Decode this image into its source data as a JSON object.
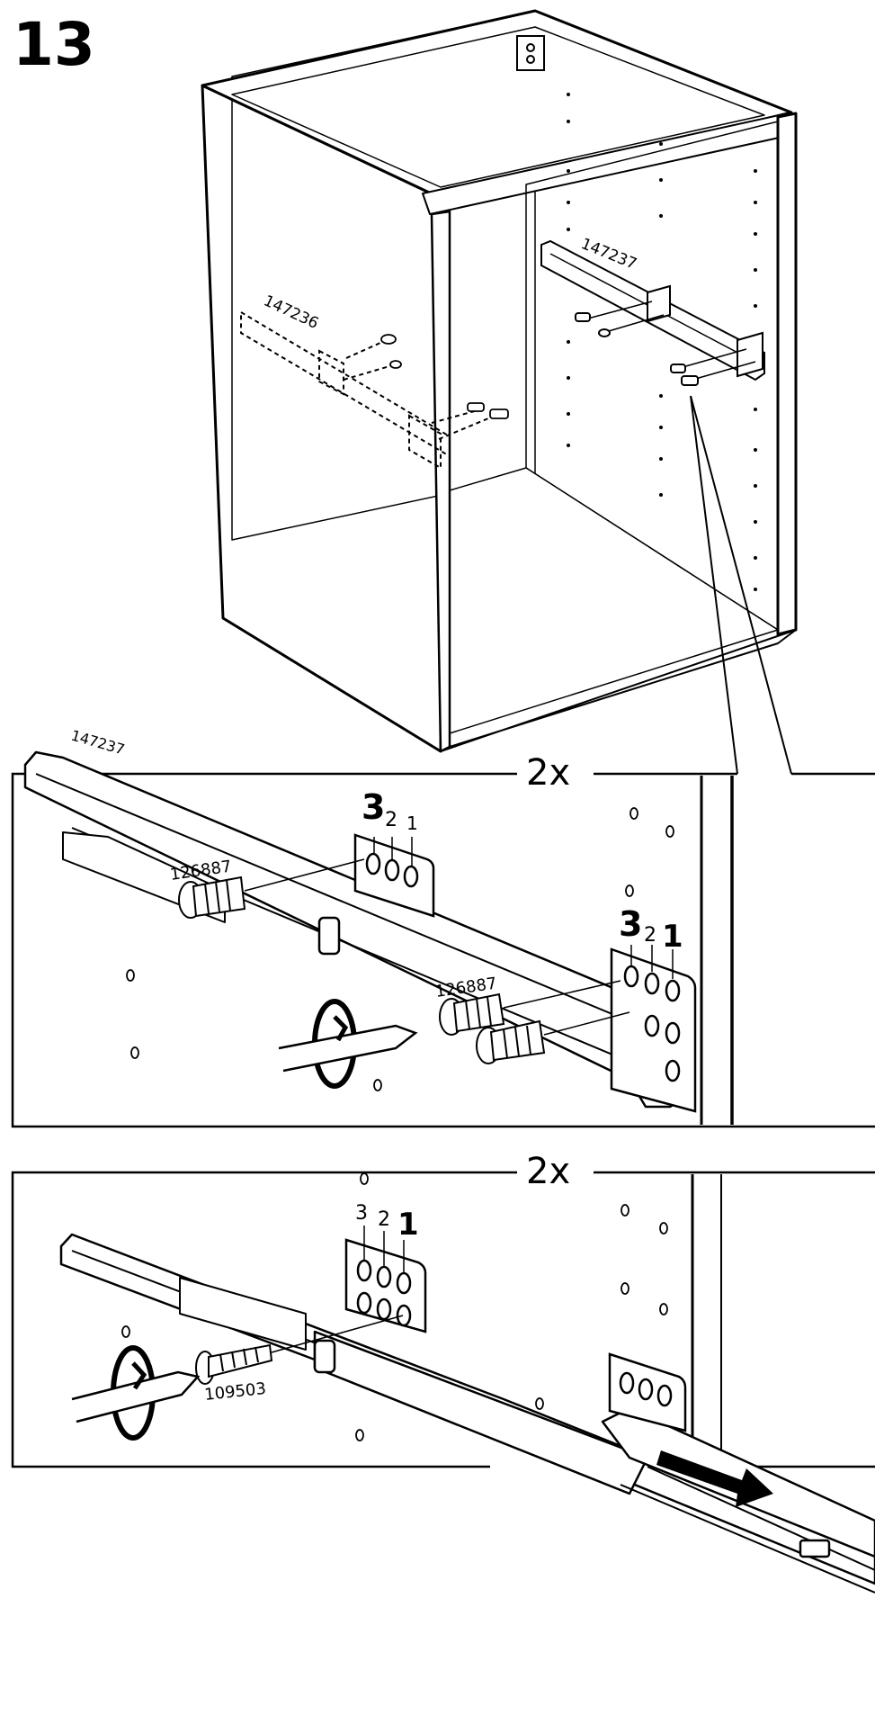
{
  "step_number": "13",
  "overview": {
    "part_left": "147236",
    "part_right": "147237"
  },
  "detail_1": {
    "quantity": "2x",
    "part_runner": "147237",
    "screw_upper": "126887",
    "screw_lower": "126887",
    "rear_bracket_holes": [
      "3",
      "2",
      "1"
    ],
    "front_bracket_holes": [
      "3",
      "2",
      "1"
    ]
  },
  "detail_2": {
    "quantity": "2x",
    "screw": "109503",
    "bracket_holes": [
      "3",
      "2",
      "1"
    ]
  }
}
